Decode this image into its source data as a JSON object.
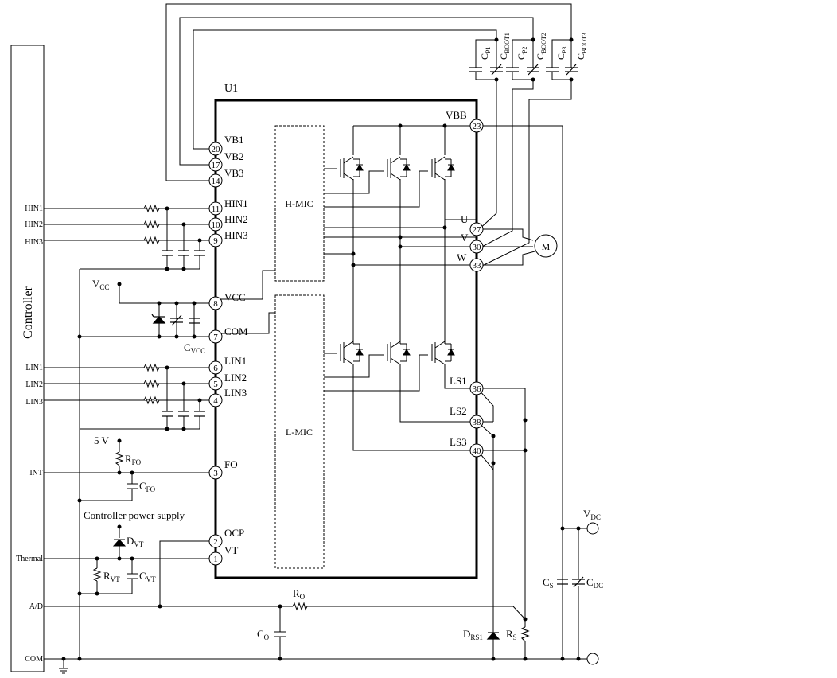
{
  "controller": {
    "label": "Controller"
  },
  "ic": {
    "name": "U1",
    "hmic": "H-MIC",
    "lmic": "L-MIC"
  },
  "pins": {
    "vb1": {
      "num": "20",
      "name": "VB1"
    },
    "vb2": {
      "num": "17",
      "name": "VB2"
    },
    "vb3": {
      "num": "14",
      "name": "VB3"
    },
    "hin1": {
      "num": "11",
      "name": "HIN1"
    },
    "hin2": {
      "num": "10",
      "name": "HIN2"
    },
    "hin3": {
      "num": "9",
      "name": "HIN3"
    },
    "vcc": {
      "num": "8",
      "name": "VCC"
    },
    "com": {
      "num": "7",
      "name": "COM"
    },
    "lin1": {
      "num": "6",
      "name": "LIN1"
    },
    "lin2": {
      "num": "5",
      "name": "LIN2"
    },
    "lin3": {
      "num": "4",
      "name": "LIN3"
    },
    "fo": {
      "num": "3",
      "name": "FO"
    },
    "ocp": {
      "num": "2",
      "name": "OCP"
    },
    "vt": {
      "num": "1",
      "name": "VT"
    },
    "vbb": {
      "num": "23",
      "name": "VBB"
    },
    "u": {
      "num": "27",
      "name": "U"
    },
    "v": {
      "num": "30",
      "name": "V"
    },
    "w": {
      "num": "33",
      "name": "W"
    },
    "ls1": {
      "num": "36",
      "name": "LS1"
    },
    "ls2": {
      "num": "38",
      "name": "LS2"
    },
    "ls3": {
      "num": "40",
      "name": "LS3"
    }
  },
  "controller_signals": {
    "hin1": "HIN1",
    "hin2": "HIN2",
    "hin3": "HIN3",
    "lin1": "LIN1",
    "lin2": "LIN2",
    "lin3": "LIN3",
    "int": "INT",
    "thermal": "Thermal",
    "ad": "A/D",
    "com": "COM"
  },
  "components": {
    "vcc_main": "V",
    "vcc_sub": "CC",
    "cvcc_main": "C",
    "cvcc_sub": "VCC",
    "five_v": "5 V",
    "rfo_main": "R",
    "rfo_sub": "FO",
    "cfo_main": "C",
    "cfo_sub": "FO",
    "ctrl_power": "Controller power supply",
    "dvt_main": "D",
    "dvt_sub": "VT",
    "rvt_main": "R",
    "rvt_sub": "VT",
    "cvt_main": "C",
    "cvt_sub": "VT",
    "ro_main": "R",
    "ro_sub": "O",
    "co_main": "C",
    "co_sub": "O",
    "drs1_main": "D",
    "drs1_sub": "RS1",
    "rs_main": "R",
    "rs_sub": "S",
    "cs_main": "C",
    "cs_sub": "S",
    "cdc_main": "C",
    "cdc_sub": "DC",
    "vdc_main": "V",
    "vdc_sub": "DC",
    "motor": "M",
    "cp1_main": "C",
    "cp1_sub": "P1",
    "cp2_main": "C",
    "cp2_sub": "P2",
    "cp3_main": "C",
    "cp3_sub": "P3",
    "cboot1_main": "C",
    "cboot1_sub": "BOOT1",
    "cboot2_main": "C",
    "cboot2_sub": "BOOT2",
    "cboot3_main": "C",
    "cboot3_sub": "BOOT3"
  }
}
